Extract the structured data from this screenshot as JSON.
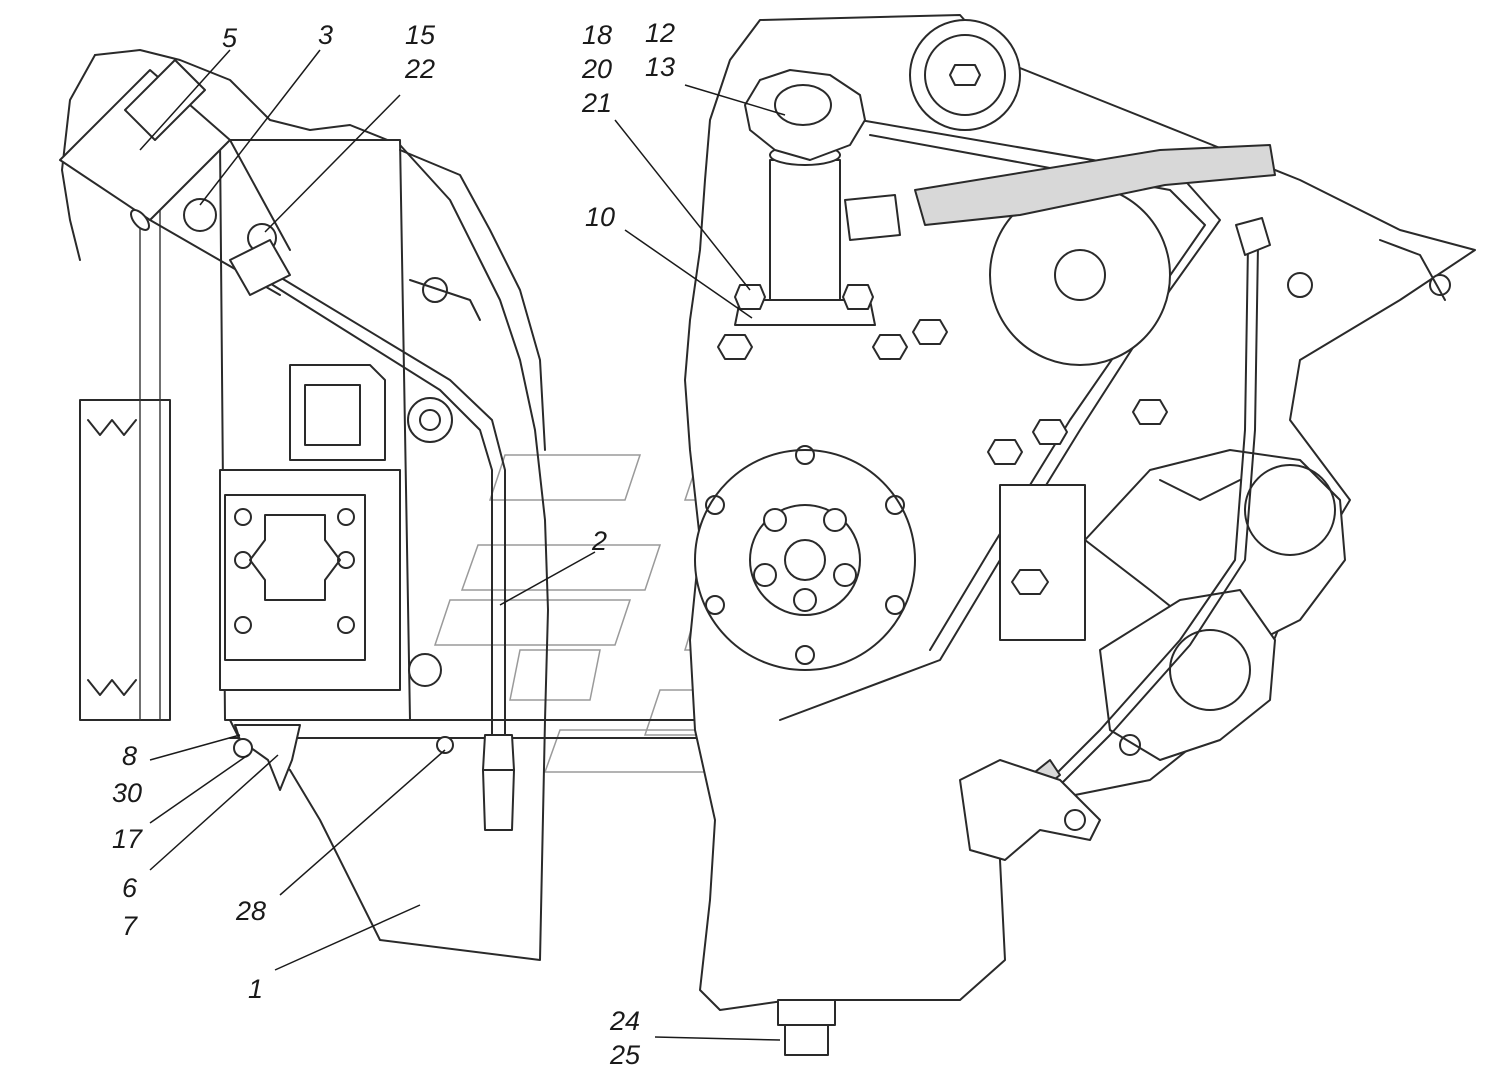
{
  "diagram": {
    "callouts": [
      {
        "id": "c5",
        "text": "5"
      },
      {
        "id": "c3",
        "text": "3"
      },
      {
        "id": "c15",
        "text": "15"
      },
      {
        "id": "c22",
        "text": "22"
      },
      {
        "id": "c18",
        "text": "18"
      },
      {
        "id": "c20",
        "text": "20"
      },
      {
        "id": "c21",
        "text": "21"
      },
      {
        "id": "c12",
        "text": "12"
      },
      {
        "id": "c13",
        "text": "13"
      },
      {
        "id": "c10",
        "text": "10"
      },
      {
        "id": "c2",
        "text": "2"
      },
      {
        "id": "c8",
        "text": "8"
      },
      {
        "id": "c30",
        "text": "30"
      },
      {
        "id": "c17",
        "text": "17"
      },
      {
        "id": "c6",
        "text": "6"
      },
      {
        "id": "c7",
        "text": "7"
      },
      {
        "id": "c28",
        "text": "28"
      },
      {
        "id": "c1",
        "text": "1"
      },
      {
        "id": "c24",
        "text": "24"
      },
      {
        "id": "c25",
        "text": "25"
      }
    ]
  }
}
